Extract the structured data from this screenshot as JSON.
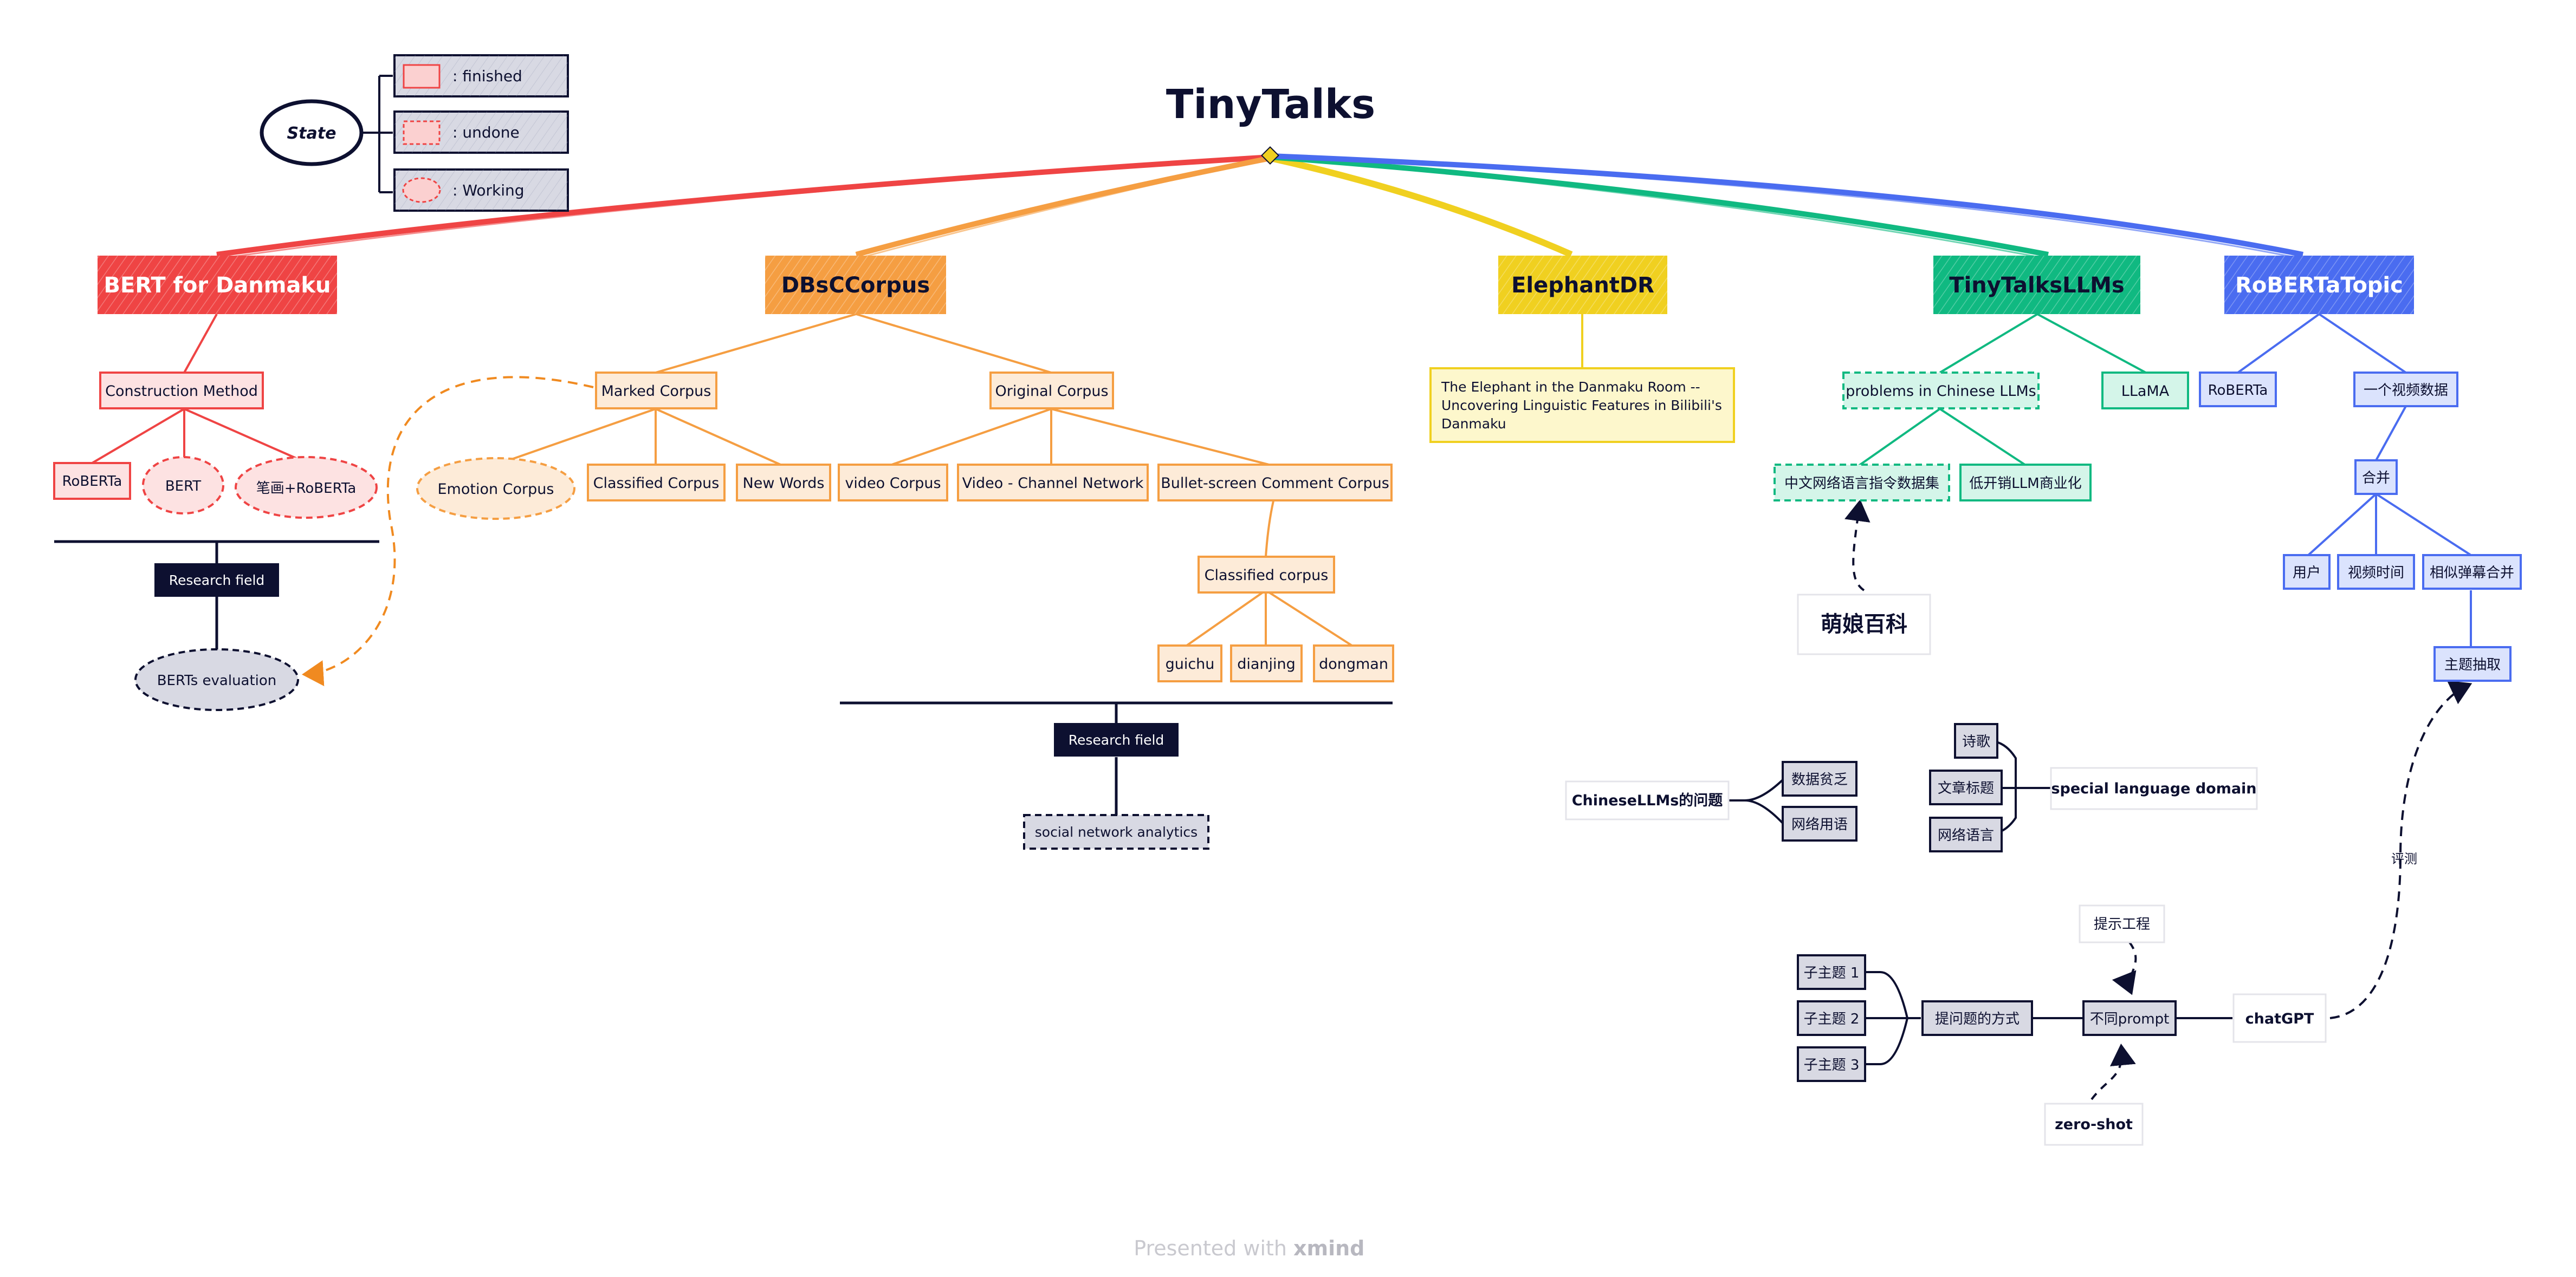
{
  "title": "TinyTalks",
  "footer": {
    "presented": "Presented with",
    "brand": "xmind"
  },
  "legend": {
    "state": "State",
    "items": [
      {
        "label": ": finished",
        "kind": "finished"
      },
      {
        "label": ": undone",
        "kind": "undone"
      },
      {
        "label": ": Working",
        "kind": "working"
      }
    ]
  },
  "colors": {
    "red": "#ef4444",
    "orange": "#f59e42",
    "yellow": "#f0d020",
    "green": "#10b981",
    "blue": "#4a6cf0",
    "navy": "#0d1030",
    "gray": "#d8d9e3"
  },
  "branches": {
    "bert": {
      "label": "BERT for Danmaku",
      "construction": "Construction Method",
      "children": [
        "RoBERTa",
        "BERT",
        "笔画+RoBERTa"
      ],
      "research": "Research field",
      "evaluation": "BERTs evaluation"
    },
    "dbsc": {
      "label": "DBsCCorpus",
      "marked": "Marked Corpus",
      "marked_children": [
        "Emotion Corpus",
        "Classified Corpus",
        "New Words"
      ],
      "original": "Original Corpus",
      "original_children": [
        "video Corpus",
        "Video - Channel Network",
        "Bullet-screen Comment Corpus"
      ],
      "classified": "Classified corpus",
      "classified_children": [
        "guichu",
        "dianjing",
        "dongman"
      ],
      "research": "Research field",
      "analytics": "social network analytics"
    },
    "elephant": {
      "label": "ElephantDR",
      "paper_lines": [
        "The Elephant in the Danmaku Room --",
        "Uncovering Linguistic Features in Bilibili's",
        "Danmaku"
      ]
    },
    "llm": {
      "label": "TinyTalksLLMs",
      "problems": "problems in Chinese LLMs",
      "llama": "LLaMA",
      "dataset": "中文网络语言指令数据集",
      "lowcost": "低开销LLM商业化",
      "moe": "萌娘百科"
    },
    "topic": {
      "label": "RoBERTaTopic",
      "roberta": "RoBERTa",
      "video_data": "一个视频数据",
      "merge": "合并",
      "children": [
        "用户",
        "视频时间",
        "相似弹幕合并"
      ],
      "extract": "主题抽取"
    }
  },
  "floating": {
    "chinese_llm": {
      "root": "ChineseLLMs的问题",
      "children": [
        "数据贫乏",
        "网络用语"
      ]
    },
    "special": {
      "root": "special language domain",
      "children": [
        "诗歌",
        "文章标题",
        "网络语言"
      ]
    },
    "prompt": {
      "subtopics": [
        "子主题 1",
        "子主题 2",
        "子主题 3"
      ],
      "method": "提问题的方式",
      "diff_prompt": "不同prompt",
      "engineering": "提示工程",
      "zero_shot": "zero-shot",
      "chatgpt": "chatGPT",
      "eval": "评测"
    }
  }
}
